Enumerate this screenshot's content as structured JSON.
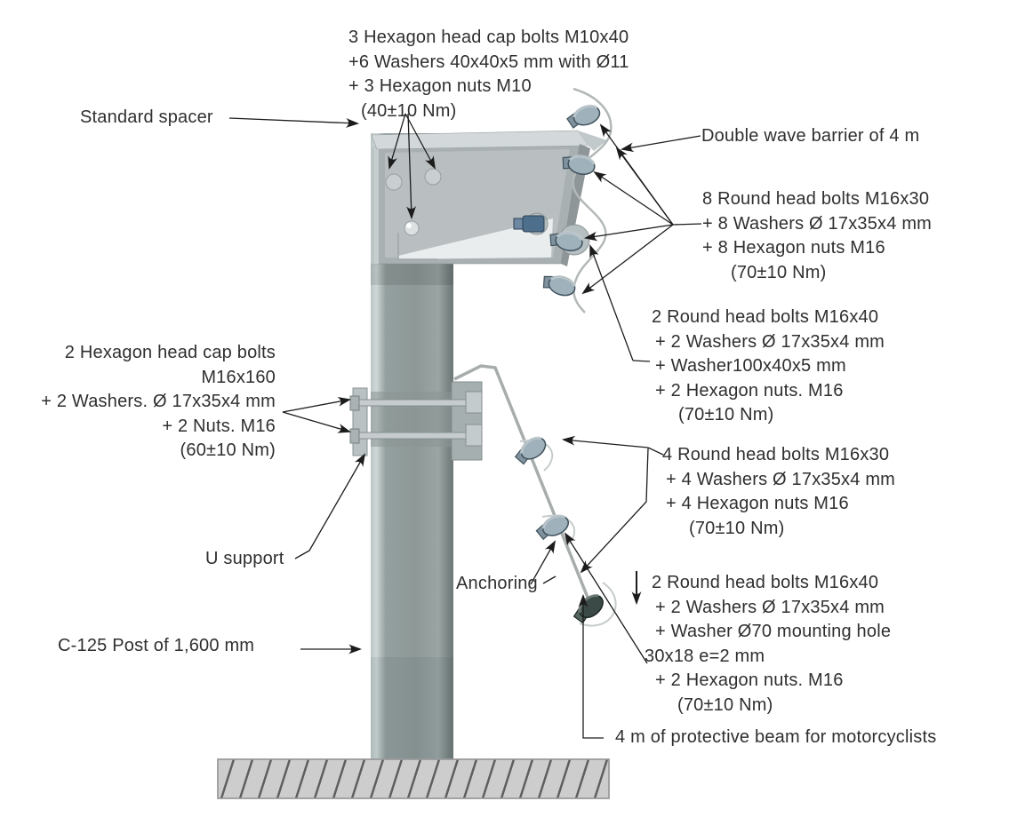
{
  "figure": {
    "type": "technical-assembly-diagram",
    "subject": "guardrail post and barrier fastening detail"
  },
  "labels": {
    "top_bolts": {
      "lines": [
        "3 Hexagon head cap bolts M10x40",
        "+6 Washers 40x40x5 mm with Ø11",
        "+ 3 Hexagon nuts M10",
        "(40±10 Nm)"
      ]
    },
    "standard_spacer": {
      "text": "Standard spacer"
    },
    "double_wave_barrier": {
      "text": "Double wave barrier of 4 m"
    },
    "eight_round_bolts": {
      "lines": [
        "8 Round head bolts M16x30",
        "+ 8 Washers Ø 17x35x4 mm",
        "+ 8 Hexagon nuts M16",
        "(70±10 Nm)"
      ]
    },
    "two_round_bolts_upper": {
      "lines": [
        "2 Round head bolts M16x40",
        "+ 2 Washers Ø 17x35x4 mm",
        "+ Washer100x40x5 mm",
        "+ 2 Hexagon nuts. M16",
        "(70±10 Nm)"
      ]
    },
    "hex_cap_bolts_left": {
      "lines": [
        "2 Hexagon head cap bolts",
        "M16x160",
        "+ 2 Washers. Ø 17x35x4 mm",
        "+ 2 Nuts. M16",
        "(60±10 Nm)"
      ]
    },
    "four_round_bolts": {
      "lines": [
        "4 Round head bolts M16x30",
        "+ 4 Washers Ø 17x35x4 mm",
        "+ 4 Hexagon nuts M16",
        "(70±10 Nm)"
      ]
    },
    "u_support": {
      "text": "U support"
    },
    "anchoring": {
      "text": "Anchoring"
    },
    "two_round_bolts_lower": {
      "lines": [
        "2 Round head bolts M16x40",
        "+ 2 Washers Ø 17x35x4 mm",
        "+ Washer Ø70 mounting hole",
        "30x18 e=2 mm",
        "+ 2 Hexagon nuts. M16",
        "(70±10 Nm)"
      ]
    },
    "c125_post": {
      "text": "C-125 Post of 1,600 mm"
    },
    "protective_beam": {
      "text": "4 m of protective beam for motorcyclists"
    }
  },
  "colors": {
    "background": "#ffffff",
    "text": "#2f2f2f",
    "arrow": "#1c1c1c",
    "post_body": "#8d9897",
    "post_highlight": "#cfd8d8",
    "post_shadow": "#6d7877",
    "steel_face": "#a9b0b2",
    "steel_light": "#d3d9da",
    "bolt_steel": "#9fb1ba",
    "bolt_outline": "#3f515c",
    "bolt_blue": "#4e6f8c",
    "bolt_dark": "#3c4a47",
    "wave_line": "#b3b8b8",
    "anchor_rod": "#a7adad",
    "ground_fill": "#cdcdcd",
    "ground_hatch": "#5f5f5f"
  }
}
